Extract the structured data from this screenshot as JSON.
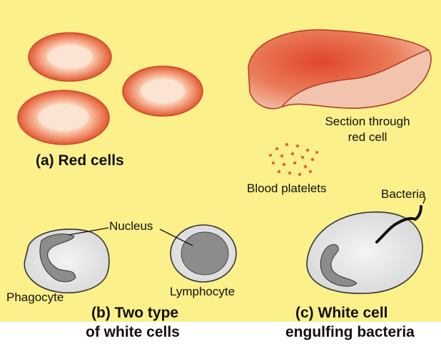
{
  "labels": {
    "red_cells": "(a) Red cells",
    "section": "Section through\nred cell",
    "platelets": "Blood platelets",
    "bacteria": "Bacteria",
    "nucleus": "Nucleus",
    "phagocyte": "Phagocyte",
    "lymphocyte": "Lymphocyte",
    "two_type_1": "(b) Two type",
    "two_type_2": "of white cells",
    "white_cell_1": "(c) White cell",
    "white_cell_2": "engulfing bacteria"
  },
  "colors": {
    "background": "#fbf08a",
    "red_cell_rim": "#e8603a",
    "red_cell_center": "#fbe3d0",
    "section_face": "#f2c4ad",
    "white_cell_fill": "#ececec",
    "nucleus_fill": "#8c8c8c",
    "bacteria": "#111111"
  }
}
